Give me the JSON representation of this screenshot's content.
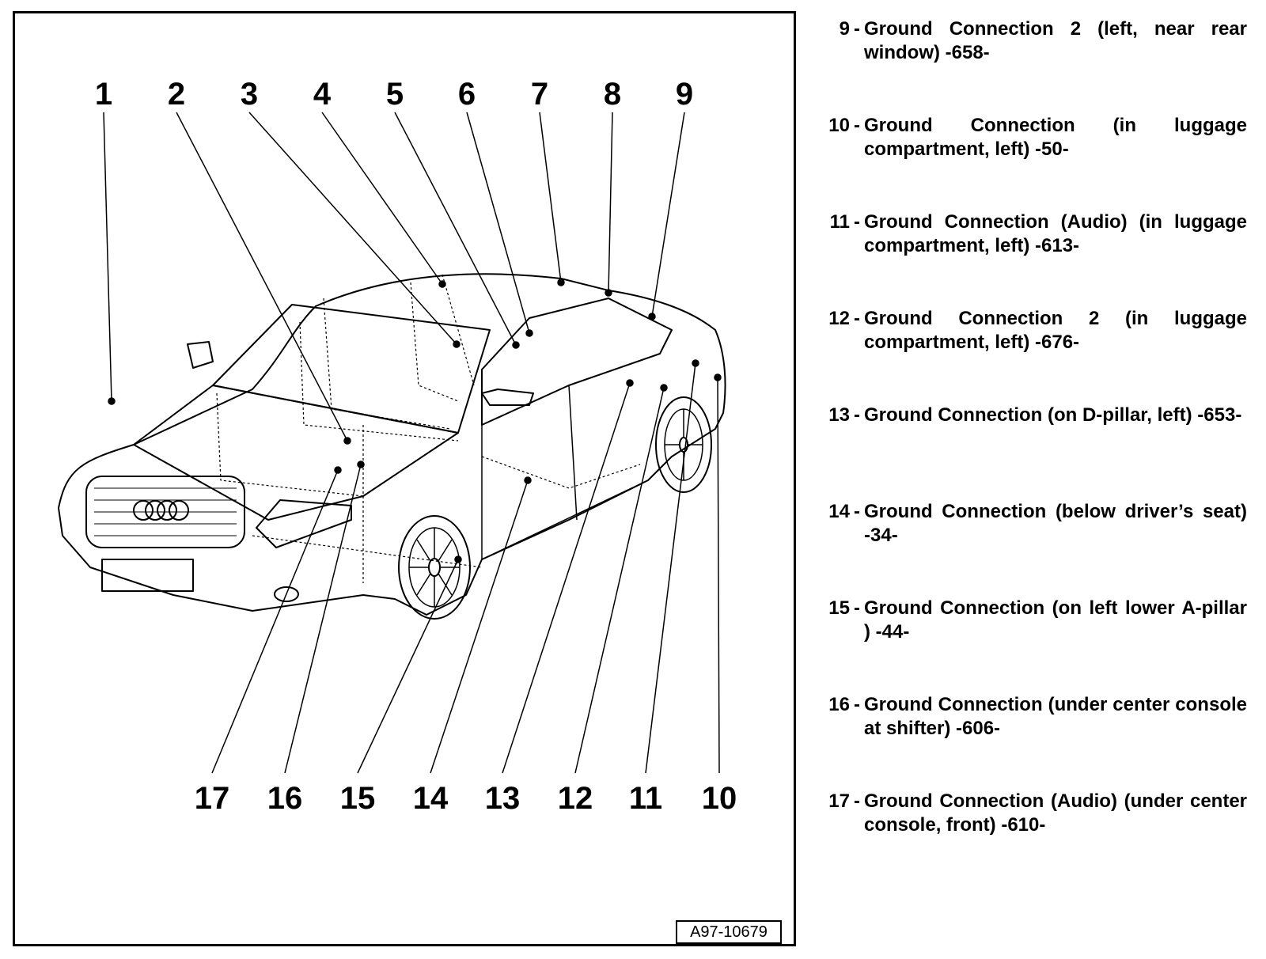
{
  "figure": {
    "id": "A97-10679",
    "callouts_top": [
      "1",
      "2",
      "3",
      "4",
      "5",
      "6",
      "7",
      "8",
      "9"
    ],
    "callouts_bottom": [
      "17",
      "16",
      "15",
      "14",
      "13",
      "12",
      "11",
      "10"
    ]
  },
  "legend": [
    {
      "num": "9",
      "text": "Ground Connection 2 (left, near rear window) -658-"
    },
    {
      "num": "10",
      "text": "Ground Connection (in luggage compartment, left) -50-"
    },
    {
      "num": "11",
      "text": "Ground Connection (Audio) (in luggage compartment, left) -613-"
    },
    {
      "num": "12",
      "text": "Ground Connection 2 (in luggage compartment, left) -676-"
    },
    {
      "num": "13",
      "text": "Ground Connection (on D-pillar, left) -653-"
    },
    {
      "num": "14",
      "text": "Ground Connection (below driver’s seat) -34-"
    },
    {
      "num": "15",
      "text": "Ground Connection (on left lower A-pillar ) -44-"
    },
    {
      "num": "16",
      "text": "Ground Connection (under center console at shifter) -606-"
    },
    {
      "num": "17",
      "text": "Ground Connection (Audio) (under center console, front) -610-"
    }
  ]
}
